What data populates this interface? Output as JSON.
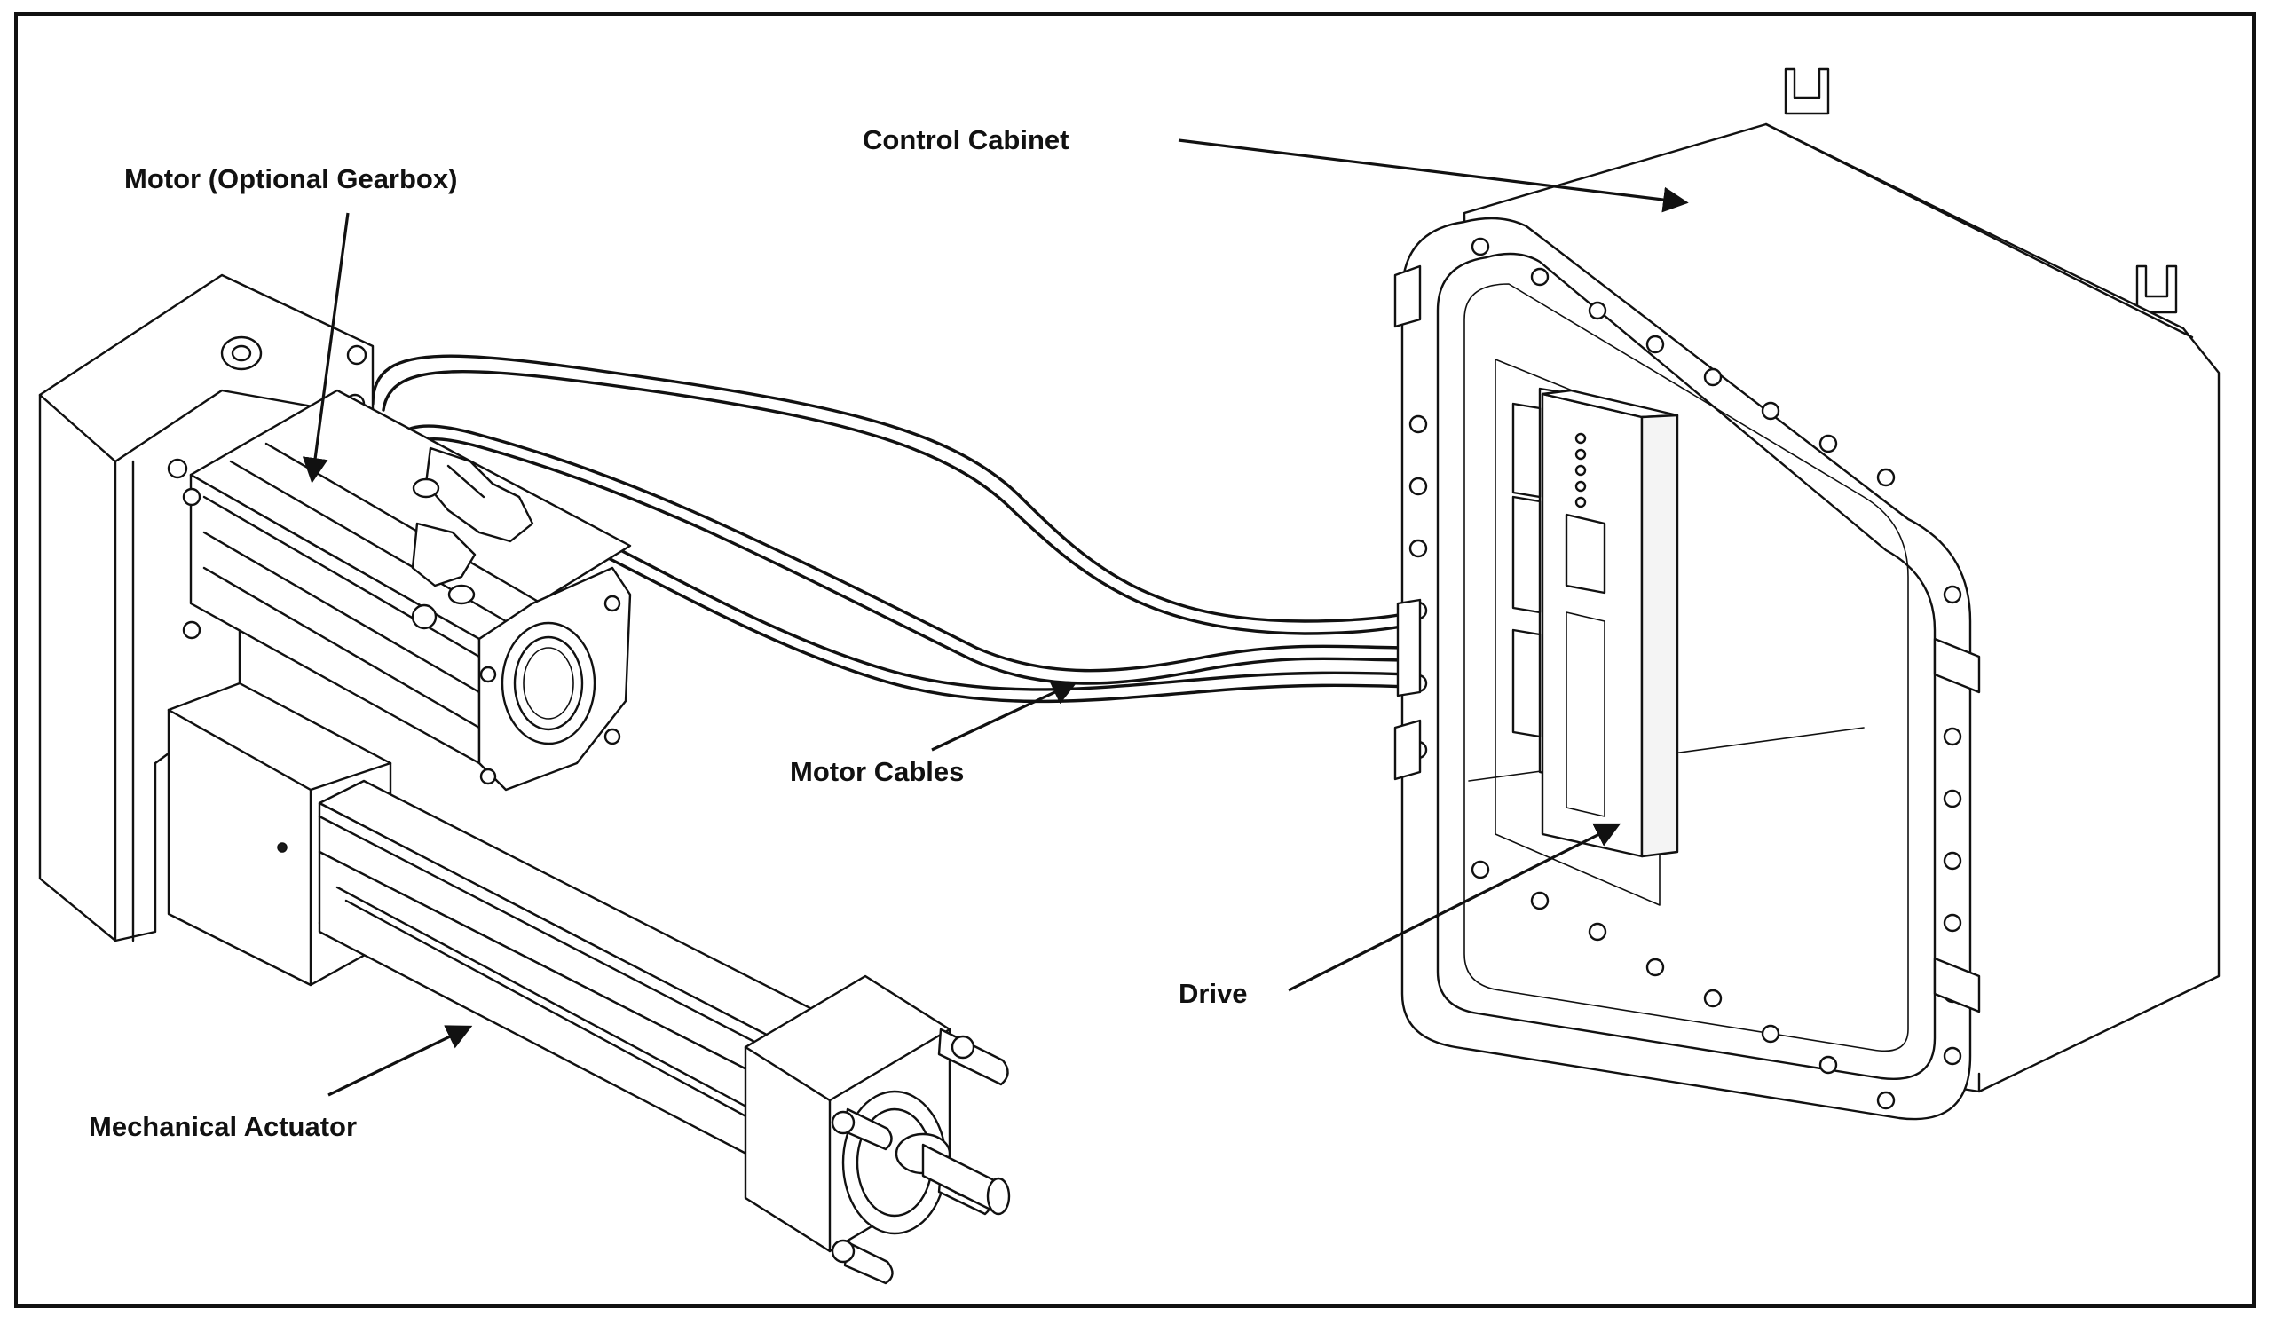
{
  "labels": {
    "motor": "Motor (Optional Gearbox)",
    "control_cabinet": "Control Cabinet",
    "motor_cables": "Motor Cables",
    "drive": "Drive",
    "mechanical_actuator": "Mechanical Actuator"
  },
  "colors": {
    "line": "#111111",
    "background": "#ffffff"
  }
}
